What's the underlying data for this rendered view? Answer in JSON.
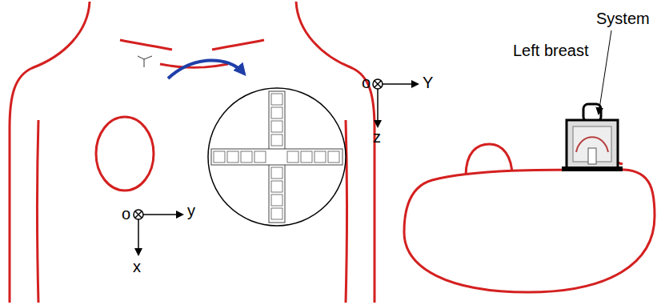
{
  "diagram": {
    "labels": [
      "o",
      "y",
      "x",
      "o",
      "Y",
      "z",
      "Left breast",
      "System"
    ]
  }
}
